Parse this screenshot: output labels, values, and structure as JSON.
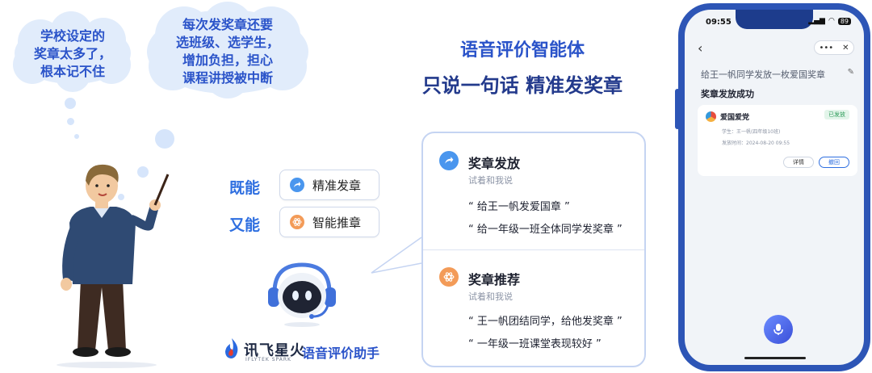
{
  "clouds": {
    "left_text": "学校设定的\n奖章太多了，\n根本记不住",
    "right_text": "每次发奖章还要\n选班级、选学生，\n增加负担，担心\n课程讲授被中断"
  },
  "headline": {
    "line1": "语音评价智能体",
    "line2": "只说一句话 精准发奖章"
  },
  "features": [
    {
      "prefix": "既能",
      "label": "精准发章",
      "icon": "share-arrow-icon"
    },
    {
      "prefix": "又能",
      "label": "智能推章",
      "icon": "atom-icon"
    }
  ],
  "brand": {
    "logo_text": "讯飞星火",
    "logo_sub": "IFLYTEK SPARK",
    "assistant_name": "语音评价助手"
  },
  "card": {
    "sections": [
      {
        "title": "奖章发放",
        "subtitle": "试着和我说",
        "quotes": [
          "“  给王一帆发爱国章  ”",
          "“  给一年级一班全体同学发奖章  ”"
        ],
        "icon": "share-arrow-icon"
      },
      {
        "title": "奖章推荐",
        "subtitle": "试着和我说",
        "quotes": [
          "“  王一帆团结同学，给他发奖章  ”",
          "“  一年级一班课堂表现较好  ”"
        ],
        "icon": "atom-icon"
      }
    ]
  },
  "phone": {
    "time": "09:55",
    "battery": "89",
    "query": "给王一帆同学发放一枚爱国奖章",
    "result_title": "奖章发放成功",
    "medal": {
      "name": "爱国爱党",
      "status": "已发放",
      "student_label": "学生：王一帆(四年级10班)",
      "time_label": "发放时间：2024-08-20 09:55",
      "detail_button": "详情",
      "revoke_button": "撤回"
    }
  },
  "colors": {
    "accent": "#2a53c9",
    "phone_frame": "#2d55b6",
    "cloud": "#e1ecfb"
  }
}
